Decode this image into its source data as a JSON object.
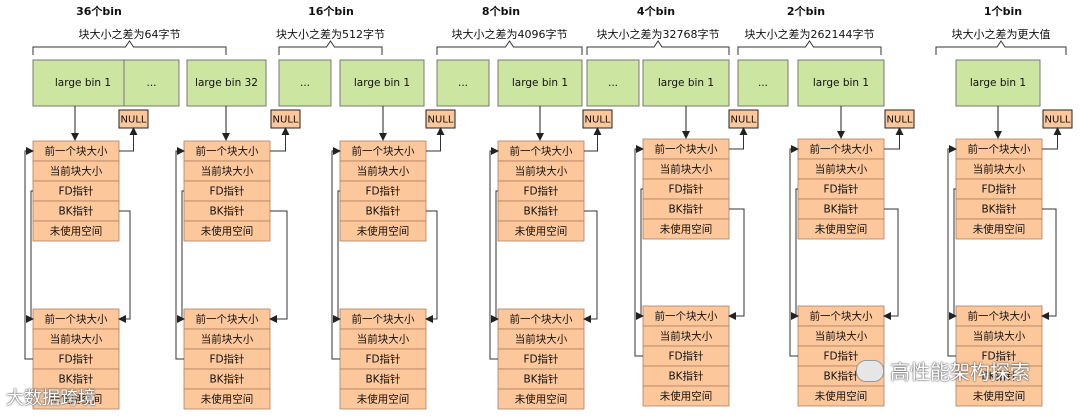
{
  "groups": [
    {
      "count_label": "36个bin",
      "diff_label": "块大小之差为64字节",
      "bins": [
        "large bin 1",
        "...",
        "large bin 32"
      ]
    },
    {
      "count_label": "16个bin",
      "diff_label": "块大小之差为512字节",
      "bins": [
        "...",
        "large bin 1"
      ]
    },
    {
      "count_label": "8个bin",
      "diff_label": "块大小之差为4096字节",
      "bins": [
        "...",
        "large bin 1"
      ]
    },
    {
      "count_label": "4个bin",
      "diff_label": "块大小之差为32768字节",
      "bins": [
        "...",
        "large bin 1"
      ]
    },
    {
      "count_label": "2个bin",
      "diff_label": "块大小之差为262144字节",
      "bins": [
        "...",
        "large bin 1"
      ]
    },
    {
      "count_label": "1个bin",
      "diff_label": "块大小之差为更大值",
      "bins": [
        "large bin 1"
      ]
    }
  ],
  "null_label": "NULL",
  "chunk_fields": [
    "前一个块大小",
    "当前块大小",
    "FD指针",
    "BK指针",
    "未使用空间"
  ],
  "watermark_left": "大数据跨境",
  "watermark_right": "高性能架构探索",
  "colors": {
    "bin_fill": "#cce5a0",
    "chunk_fill": "#fcc79b",
    "null_fill": "#fcc79b",
    "stroke": "#333333"
  }
}
